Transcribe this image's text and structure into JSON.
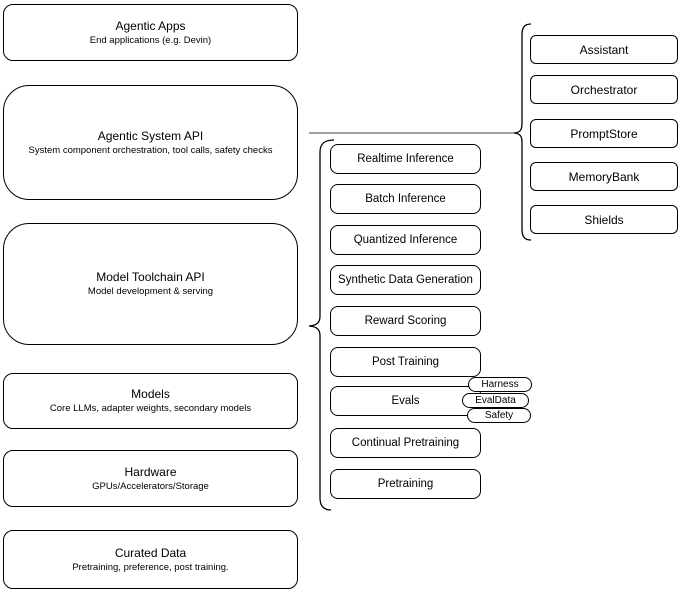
{
  "diagram": {
    "stack": [
      {
        "title": "Agentic Apps",
        "subtitle": "End applications (e.g. Devin)"
      },
      {
        "title": "Agentic System API",
        "subtitle": "System component orchestration, tool calls, safety checks"
      },
      {
        "title": "Model Toolchain API",
        "subtitle": "Model development & serving"
      },
      {
        "title": "Models",
        "subtitle": "Core LLMs, adapter weights, secondary models"
      },
      {
        "title": "Hardware",
        "subtitle": "GPUs/Accelerators/Storage"
      },
      {
        "title": "Curated Data",
        "subtitle": "Pretraining, preference, post training."
      }
    ],
    "toolchain_services": [
      "Realtime Inference",
      "Batch Inference",
      "Quantized Inference",
      "Synthetic Data Generation",
      "Reward Scoring",
      "Post Training",
      "Evals",
      "Continual Pretraining",
      "Pretraining"
    ],
    "evals_tags": [
      "Harness",
      "EvalData",
      "Safety"
    ],
    "system_components": [
      "Assistant",
      "Orchestrator",
      "PromptStore",
      "MemoryBank",
      "Shields"
    ],
    "colors": {
      "stroke": "#000000",
      "fill": "#ffffff",
      "connector": "#666666"
    }
  }
}
